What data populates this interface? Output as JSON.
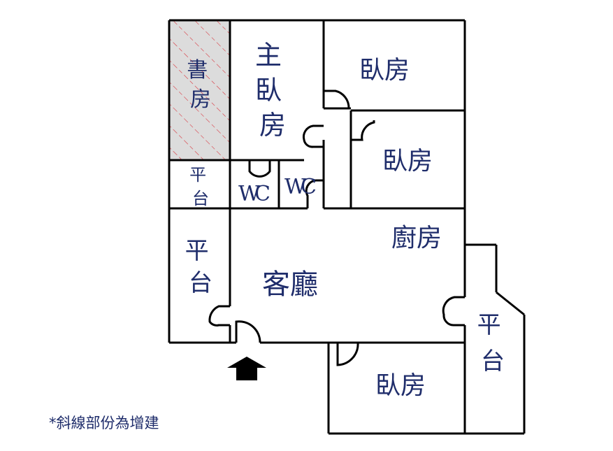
{
  "rooms": {
    "study": "書房",
    "master_bedroom": "主臥房",
    "bedroom_top": "臥房",
    "bedroom_mid": "臥房",
    "bedroom_bottom": "臥房",
    "balcony_small": "平台",
    "balcony_left": "平台",
    "balcony_right": "平台",
    "wc_left": "WC",
    "wc_right": "WC",
    "kitchen": "廚房",
    "living_room": "客廳"
  },
  "note": "*斜線部份為增建",
  "entrance_icon": "entrance-arrow-icon",
  "colors": {
    "label": "#1f2d6b",
    "hatch_fill": "#dcdcdc",
    "hatch_line": "#d9363e",
    "wall": "#000000"
  }
}
